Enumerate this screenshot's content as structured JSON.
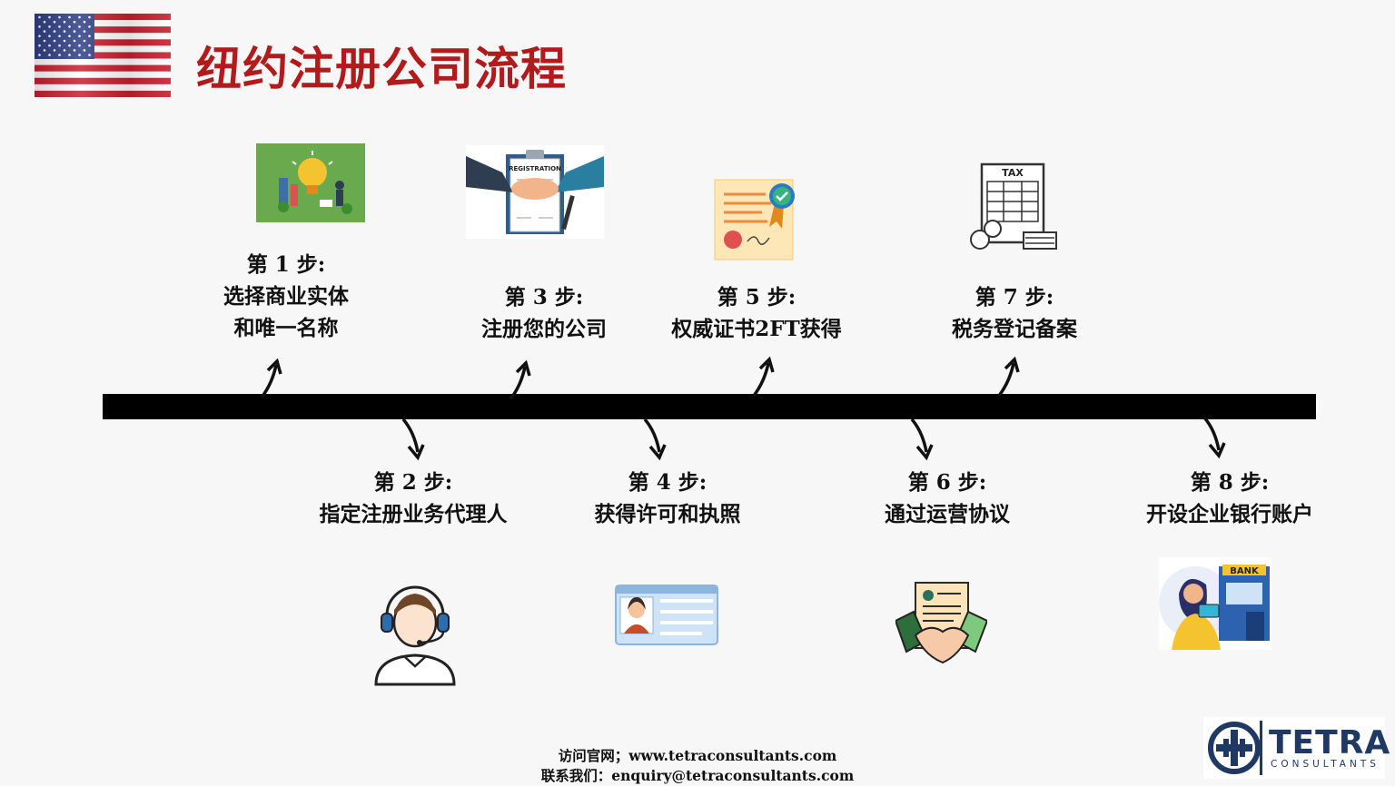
{
  "title": "纽约注册公司流程",
  "colors": {
    "title": "#b11b1b",
    "bar": "#000000",
    "logo": "#203864"
  },
  "steps_top": [
    {
      "label": "第 1 步:",
      "name_line1": "选择商业实体",
      "name_line2": "和唯一名称",
      "icon": "lightbulb-business-illustration"
    },
    {
      "label": "第 3 步:",
      "name_line1": "注册您的公司",
      "icon": "registration-handshake-icon"
    },
    {
      "label": "第 5 步:",
      "name_line1": "权威证书2FT获得",
      "icon": "certificate-icon"
    },
    {
      "label": "第 7 步:",
      "name_line1": "税务登记备案",
      "icon": "tax-form-icon"
    }
  ],
  "steps_bottom": [
    {
      "label": "第 2 步:",
      "name_line1": "指定注册业务代理人",
      "icon": "agent-headset-icon"
    },
    {
      "label": "第 4 步:",
      "name_line1": "获得许可和执照",
      "icon": "id-card-icon"
    },
    {
      "label": "第 6 步:",
      "name_line1": "通过运营协议",
      "icon": "agreement-handshake-icon"
    },
    {
      "label": "第 8 步:",
      "name_line1": "开设企业银行账户",
      "icon": "bank-icon"
    }
  ],
  "images": {
    "registration_doc": "REGISTRATION",
    "tax_doc": "TAX",
    "bank_sign": "BANK"
  },
  "footer": {
    "website": "访问官网；www.tetraconsultants.com",
    "contact": "联系我们：enquiry@tetraconsultants.com"
  },
  "logo": {
    "word": "TETRA",
    "sub": "CONSULTANTS"
  }
}
